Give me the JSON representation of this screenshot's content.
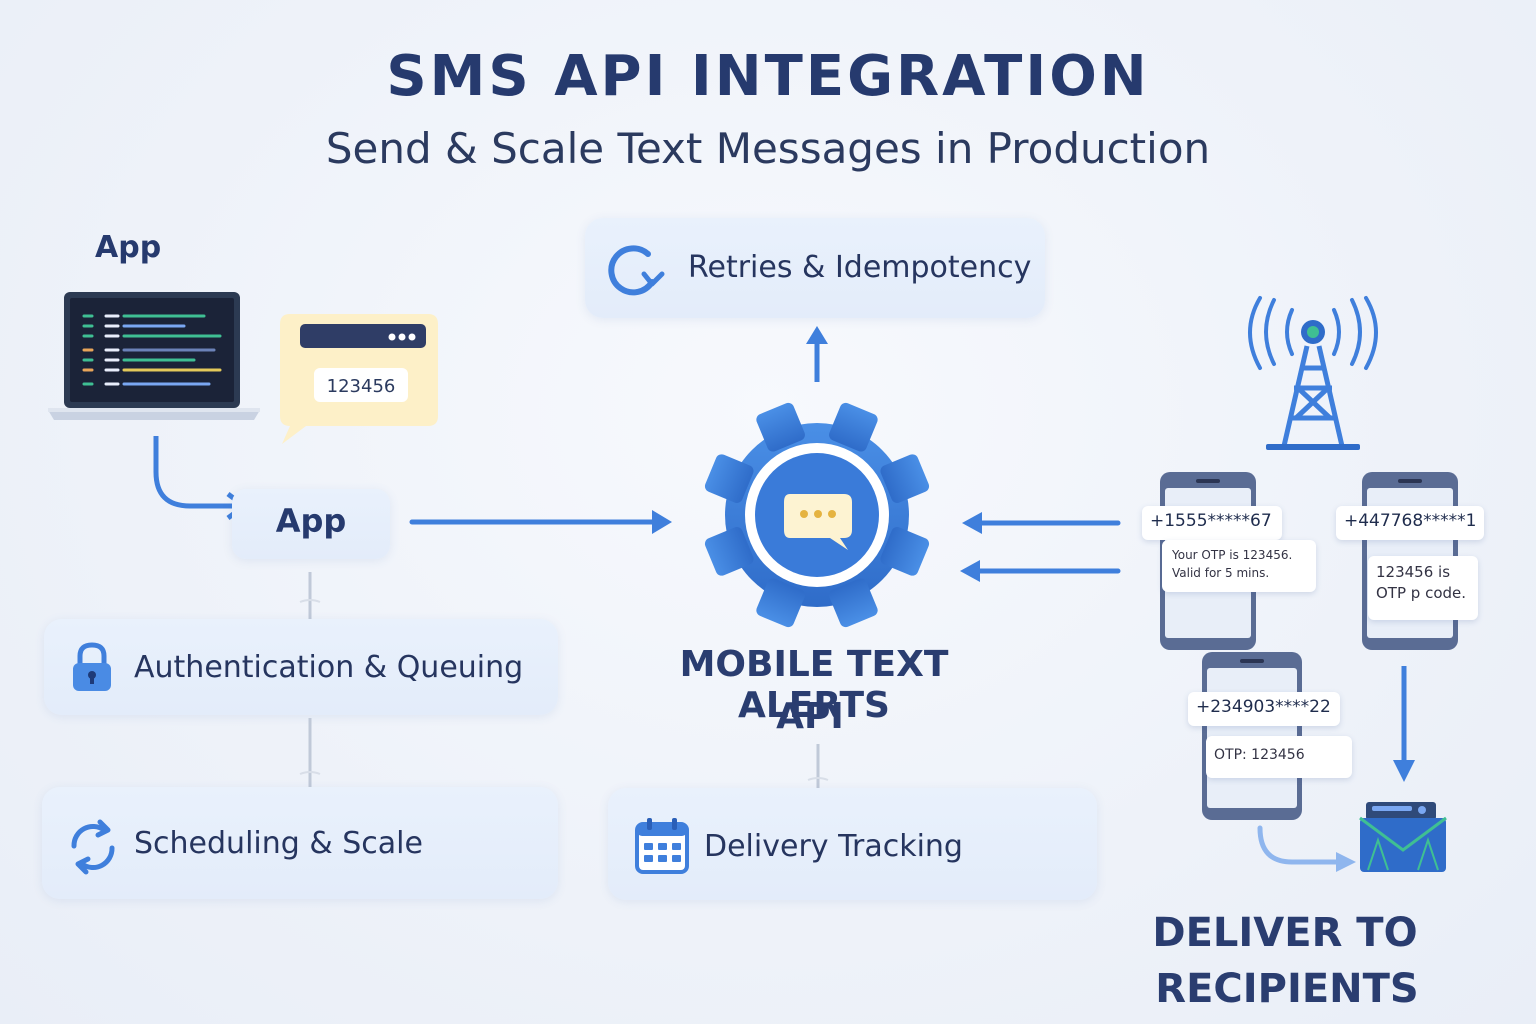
{
  "header": {
    "title": "SMS API INTEGRATION",
    "subtitle": "Send & Scale Text Messages in Production"
  },
  "left": {
    "app_heading": "App",
    "otp_code": "123456",
    "app_box_label": "App",
    "auth_label": "Authentication & Queuing",
    "scheduling_label": "Scheduling & Scale"
  },
  "center": {
    "retries_label": "Retries & Idempotency",
    "api_title_line1": "MOBILE TEXT ALERTS",
    "api_title_line2": "API",
    "delivery_label": "Delivery Tracking"
  },
  "right": {
    "phones": [
      {
        "number": "+1555*****67",
        "message_line1": "Your OTP is 123456.",
        "message_line2": "Valid for 5 mins."
      },
      {
        "number": "+447768*****1",
        "message_line1": "123456 is",
        "message_line2": "OTP p code."
      },
      {
        "number": "+234903****22",
        "message_line1": "OTP: 123456",
        "message_line2": ""
      }
    ],
    "deliver_line1": "DELIVER TO",
    "deliver_line2": "RECIPIENTS"
  },
  "colors": {
    "accent_blue": "#3f7fdc",
    "dark_navy": "#263a6e",
    "card_bg": "#e6eefb",
    "bubble_yellow": "#fdf0c8"
  }
}
